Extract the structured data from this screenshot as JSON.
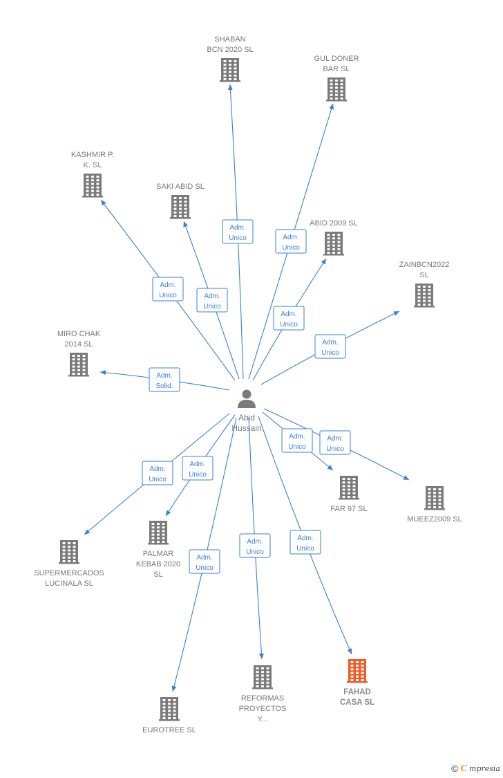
{
  "colors": {
    "edge": "#3a7fd5",
    "building": "#7a7a7a",
    "building_highlight": "#f05a28",
    "label": "#777777"
  },
  "center": {
    "name_lines": [
      "Abid",
      "Hussain"
    ],
    "icon": "person-icon"
  },
  "companies": [
    {
      "id": "shaban",
      "lines": [
        "SHABAN",
        "BCN 2020  SL"
      ]
    },
    {
      "id": "gul",
      "lines": [
        "GUL DONER",
        "BAR SL"
      ]
    },
    {
      "id": "kashmir",
      "lines": [
        "KASHMIR P.",
        "K.  SL"
      ]
    },
    {
      "id": "saki",
      "lines": [
        "SAKI ABID  SL"
      ]
    },
    {
      "id": "abid2009",
      "lines": [
        "ABID 2009 SL"
      ]
    },
    {
      "id": "zain",
      "lines": [
        "ZAINBCN2022",
        "SL"
      ]
    },
    {
      "id": "miro",
      "lines": [
        "MIRO CHAK",
        "2014  SL"
      ]
    },
    {
      "id": "far97",
      "lines": [
        "FAR 97  SL"
      ]
    },
    {
      "id": "mueez",
      "lines": [
        "MUEEZ2009 SL"
      ]
    },
    {
      "id": "palmar",
      "lines": [
        "PALMAR",
        "KEBAB 2020",
        "SL"
      ]
    },
    {
      "id": "super",
      "lines": [
        "SUPERMERCADOS",
        "LUCINALA  SL"
      ]
    },
    {
      "id": "eurotree",
      "lines": [
        "EUROTREE  SL"
      ]
    },
    {
      "id": "reformas",
      "lines": [
        "REFORMAS",
        "PROYECTOS",
        "Y..."
      ]
    },
    {
      "id": "fahad",
      "lines": [
        "FAHAD",
        "CASA  SL"
      ],
      "highlight": true
    }
  ],
  "edges": [
    {
      "to": "shaban",
      "role": [
        "Adm.",
        "Unico"
      ]
    },
    {
      "to": "gul",
      "role": [
        "Adm.",
        "Unico"
      ]
    },
    {
      "to": "kashmir",
      "role": [
        "Adm.",
        "Unico"
      ]
    },
    {
      "to": "saki",
      "role": [
        "Adm.",
        "Unico"
      ]
    },
    {
      "to": "abid2009",
      "role": [
        "Adm.",
        "Unico"
      ]
    },
    {
      "to": "zain",
      "role": [
        "Adm.",
        "Unico"
      ]
    },
    {
      "to": "miro",
      "role": [
        "Adm.",
        "Solid."
      ]
    },
    {
      "to": "far97",
      "role": [
        "Adm.",
        "Unico"
      ]
    },
    {
      "to": "mueez",
      "role": [
        "Adm.",
        "Unico"
      ]
    },
    {
      "to": "palmar",
      "role": [
        "Adm.",
        "Unico"
      ]
    },
    {
      "to": "super",
      "role": [
        "Adm.",
        "Unico"
      ]
    },
    {
      "to": "eurotree",
      "role": [
        "Adm.",
        "Unico"
      ]
    },
    {
      "to": "reformas",
      "role": [
        "Adm.",
        "Unico"
      ]
    },
    {
      "to": "fahad",
      "role": [
        "Adm.",
        "Unico"
      ]
    }
  ],
  "footer": {
    "copyright": "©",
    "brand_initial": "C",
    "brand_rest": "mpresia"
  }
}
